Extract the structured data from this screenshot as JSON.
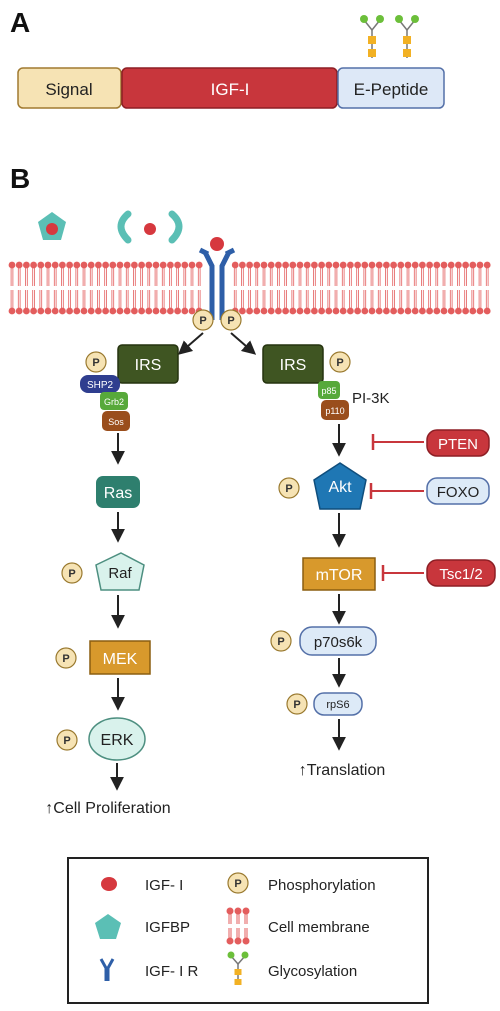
{
  "panel_a": {
    "letter": "A",
    "domains": [
      "Signal",
      "IGF-I",
      "E-Peptide"
    ]
  },
  "panel_b": {
    "letter": "B",
    "phospho_symbol": "P",
    "left_pathway": {
      "irs": "IRS",
      "shp2": "SHP2",
      "grb2": "Grb2",
      "sos": "Sos",
      "ras": "Ras",
      "raf": "Raf",
      "mek": "MEK",
      "erk": "ERK",
      "outcome": "↑Cell Proliferation"
    },
    "right_pathway": {
      "irs": "IRS",
      "p85": "p85",
      "p110": "p110",
      "pi3k": "PI-3K",
      "akt": "Akt",
      "mtor": "mTOR",
      "p70s6k": "p70s6k",
      "rps6": "rpS6",
      "outcome": "↑Translation"
    },
    "inhibitors": {
      "pten": "PTEN",
      "foxo": "FOXO",
      "tsc": "Tsc1/2"
    }
  },
  "legend": {
    "items": [
      {
        "icon": "igf1-ligand-icon",
        "label": "IGF- I"
      },
      {
        "icon": "phosphorylation-icon",
        "label": "Phosphorylation"
      },
      {
        "icon": "igfbp-pentagon-icon",
        "label": "IGFBP"
      },
      {
        "icon": "cell-membrane-icon",
        "label": "Cell membrane"
      },
      {
        "icon": "igf1r-receptor-icon",
        "label": "IGF- I R"
      },
      {
        "icon": "glycosylation-icon",
        "label": "Glycosylation"
      }
    ]
  },
  "colors": {
    "signal_fill": "#F6E3B4",
    "igf1_fill": "#C8363C",
    "epeptide_fill": "#DDE8F7",
    "irs_fill": "#3F5522",
    "ras_fill": "#2E7F6E",
    "raf_fill": "#D9F2EC",
    "mek_fill": "#D8992C",
    "akt_fill": "#1F77B4",
    "p70_fill": "#DDEAF7",
    "inhibitor_red": "#C8363C",
    "phospho_fill": "#F6E3B4",
    "membrane": "#E35D5D"
  }
}
